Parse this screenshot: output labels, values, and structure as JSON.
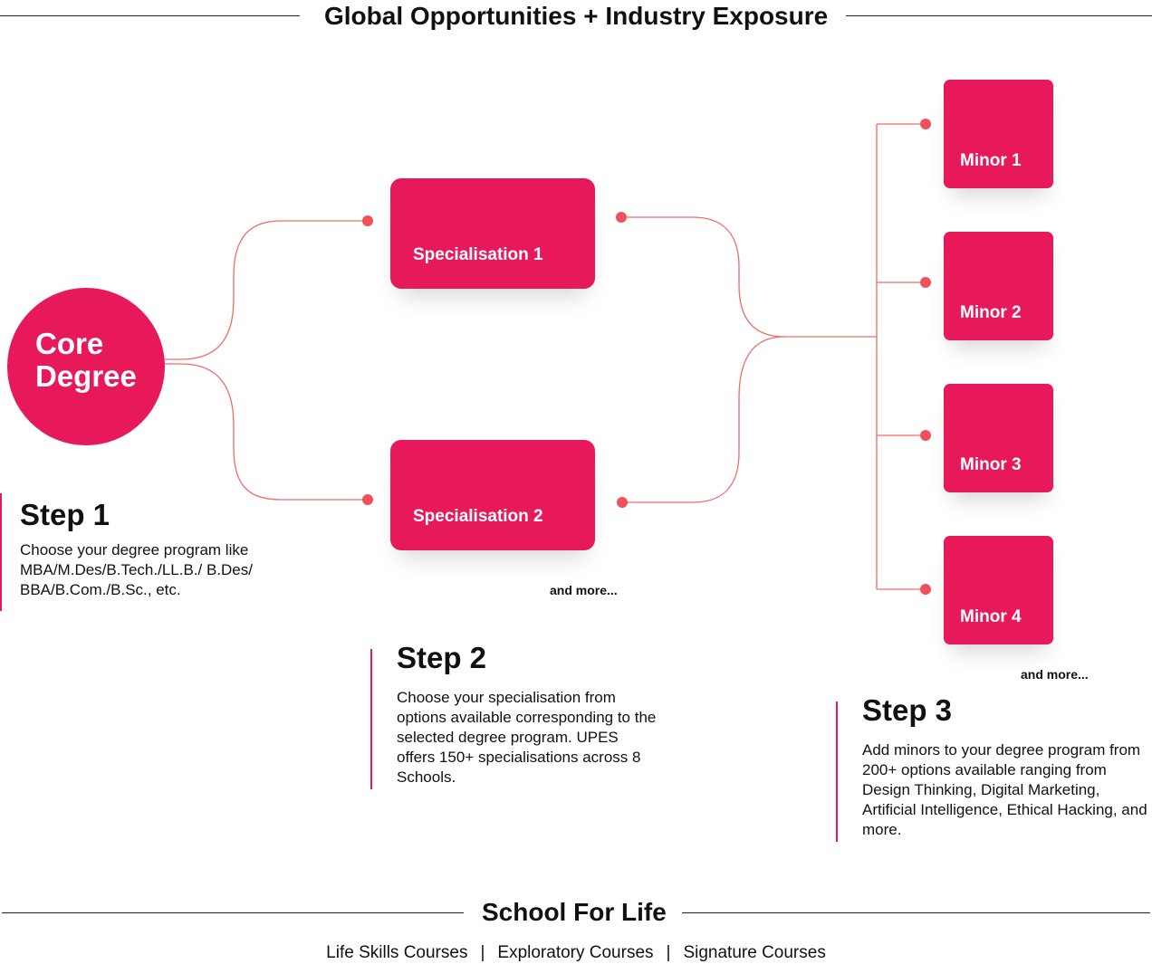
{
  "header": {
    "title": "Global Opportunities + Industry Exposure"
  },
  "core": {
    "label_line1": "Core",
    "label_line2": "Degree"
  },
  "specialisations": [
    {
      "label": "Specialisation 1"
    },
    {
      "label": "Specialisation 2"
    }
  ],
  "specialisations_more": "and more...",
  "minors": [
    {
      "label": "Minor 1"
    },
    {
      "label": "Minor 2"
    },
    {
      "label": "Minor 3"
    },
    {
      "label": "Minor 4"
    }
  ],
  "minors_more": "and more...",
  "steps": [
    {
      "title": "Step 1",
      "description": "Choose your degree program like MBA/M.Des/B.Tech./LL.B./ B.Des/ BBA/B.Com./B.Sc., etc."
    },
    {
      "title": "Step 2",
      "description": "Choose your specialisation from options available corresponding to the selected degree program. UPES offers 150+ specialisations across 8 Schools."
    },
    {
      "title": "Step 3",
      "description": "Add minors to your degree program from 200+ options available ranging from Design Thinking, Digital Marketing, Artificial Intelligence, Ethical Hacking, and more."
    }
  ],
  "footer": {
    "title": "School For Life",
    "courses": [
      "Life Skills Courses",
      "Exploratory Courses",
      "Signature Courses"
    ],
    "separator": "|"
  },
  "colors": {
    "accent": "#E8195A",
    "connector": "#F26A6A",
    "dot": "#F0505A"
  }
}
